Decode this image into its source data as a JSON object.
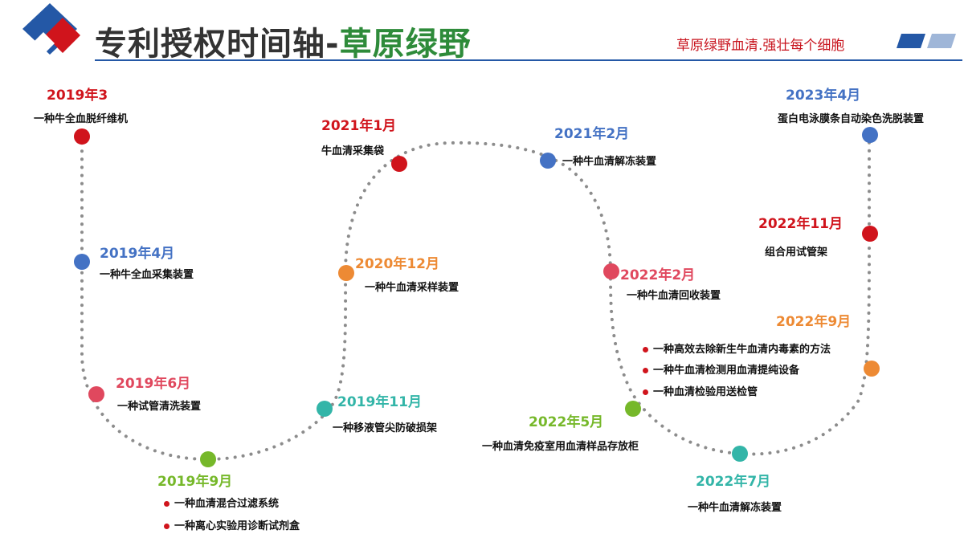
{
  "header": {
    "title_main": "专利授权时间轴-",
    "title_accent": "草原绿野",
    "tagline": "草原绿野血清.强壮每个细胞",
    "logo_icon": "diamond-logo-icon",
    "decor_icon": "parallelogram-stripes-icon"
  },
  "colors": {
    "red": "#d0141c",
    "blue": "#4472c4",
    "pink": "#e0485e",
    "orange": "#ed8a34",
    "teal": "#33b5a8",
    "green": "#76b82a",
    "path": "#8c8c8c",
    "accent_green": "#2e8b3a"
  },
  "milestones": [
    {
      "id": "m01",
      "date": "2019年3",
      "color": "red",
      "patents": [
        "一种牛全血脱纤维机"
      ]
    },
    {
      "id": "m02",
      "date": "2019年4月",
      "color": "blue",
      "patents": [
        "一种牛全血采集装置"
      ]
    },
    {
      "id": "m03",
      "date": "2019年6月",
      "color": "pink",
      "patents": [
        "一种试管清洗装置"
      ]
    },
    {
      "id": "m04",
      "date": "2019年9月",
      "color": "green",
      "patents": [
        "一种血清混合过滤系统",
        "一种离心实验用诊断试剂盒"
      ]
    },
    {
      "id": "m05",
      "date": "2019年11月",
      "color": "teal",
      "patents": [
        "一种移液管尖防破损架"
      ]
    },
    {
      "id": "m06",
      "date": "2020年12月",
      "color": "orange",
      "patents": [
        "一种牛血清采样装置"
      ]
    },
    {
      "id": "m07",
      "date": "2021年1月",
      "color": "red",
      "patents": [
        "牛血清采集袋"
      ]
    },
    {
      "id": "m08",
      "date": "2021年2月",
      "color": "blue",
      "patents": [
        "一种牛血清解冻装置"
      ]
    },
    {
      "id": "m09",
      "date": "2022年2月",
      "color": "pink",
      "patents": [
        "一种牛血清回收装置"
      ]
    },
    {
      "id": "m10",
      "date": "2022年5月",
      "color": "green",
      "patents": [
        "一种血清免疫室用血清样品存放柜"
      ]
    },
    {
      "id": "m11",
      "date": "2022年7月",
      "color": "teal",
      "patents": [
        "一种牛血清解冻装置"
      ]
    },
    {
      "id": "m12",
      "date": "2022年9月",
      "color": "orange",
      "patents": [
        "一种高效去除新生牛血清内毒素的方法",
        "一种牛血清检测用血清提纯设备",
        "一种血清检验用送检管"
      ]
    },
    {
      "id": "m13",
      "date": "2022年11月",
      "color": "red",
      "patents": [
        "组合用试管架"
      ]
    },
    {
      "id": "m14",
      "date": "2023年4月",
      "color": "blue",
      "patents": [
        "蛋白电泳膜条自动染色洗脱装置"
      ]
    }
  ]
}
